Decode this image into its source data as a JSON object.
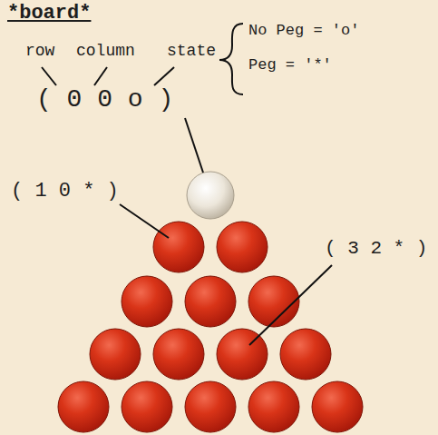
{
  "diagram": {
    "title": "*board*",
    "labels": [
      "row",
      "column",
      "state",
      "No Peg = 'o'",
      "Peg = '*'",
      "( 0 0 o )",
      "( 1 0 * )",
      "( 3 2 * )"
    ]
  }
}
